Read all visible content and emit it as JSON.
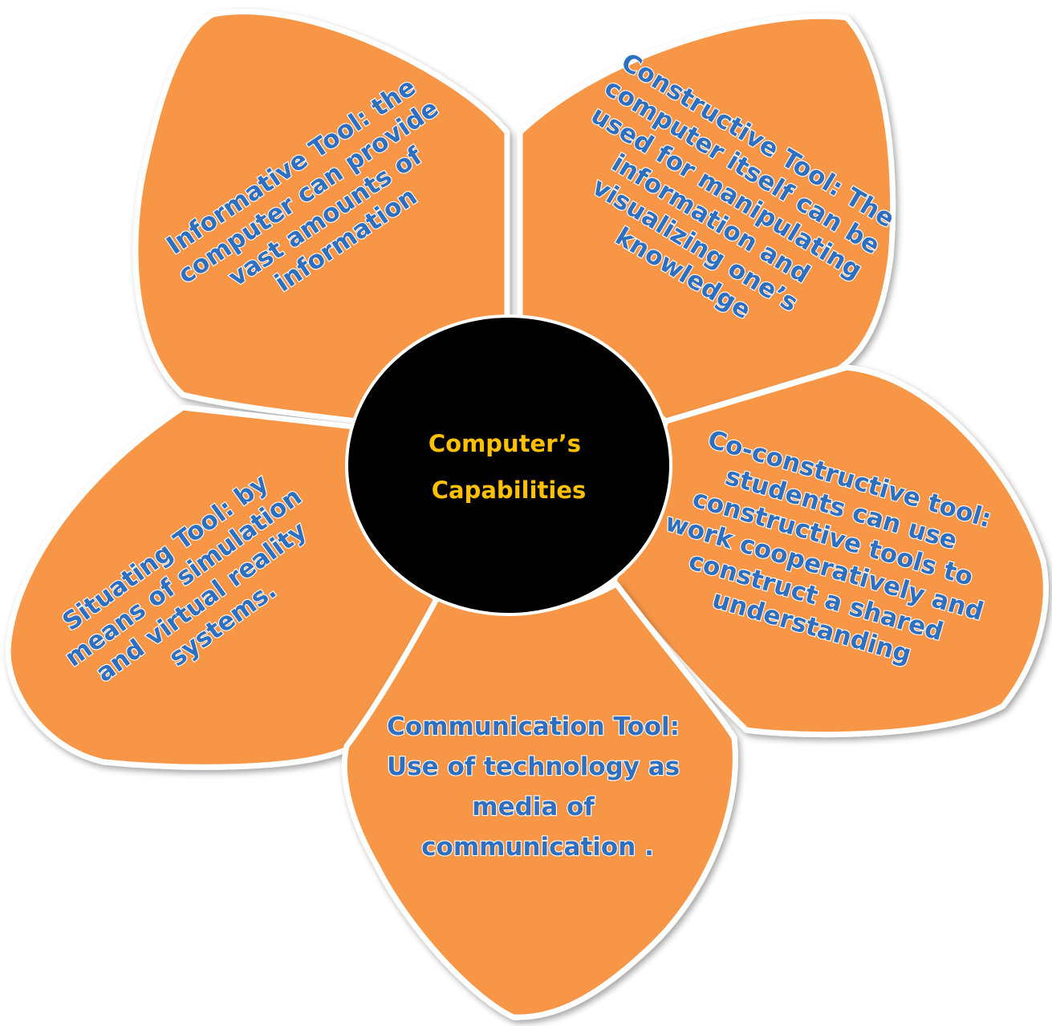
{
  "center": {
    "lines": [
      "Computer’s",
      "Capabilities"
    ],
    "fill": "#000000",
    "text_color": "#ffc000"
  },
  "petal_fill": "#f79646",
  "petal_text_color": "#2e6fbf",
  "petals": [
    {
      "id": "informative",
      "lines": [
        "Informative Tool: the",
        "computer can provide",
        "vast amounts of",
        "information"
      ]
    },
    {
      "id": "constructive",
      "lines": [
        "Constructive Tool: The",
        "computer itself can be",
        "used for manipulating",
        "information and",
        "visualizing one’s",
        "knowledge"
      ]
    },
    {
      "id": "co-constructive",
      "lines": [
        "Co-constructive tool:",
        "students can use",
        "constructive tools to",
        "work cooperatively and",
        "construct a shared",
        "understanding"
      ]
    },
    {
      "id": "communication",
      "lines": [
        "Communication Tool:",
        "Use of technology as",
        "media of",
        "communication ."
      ]
    },
    {
      "id": "situating",
      "lines": [
        "Situating Tool: by",
        "means of simulation",
        "and virtual reality",
        "systems."
      ]
    }
  ]
}
